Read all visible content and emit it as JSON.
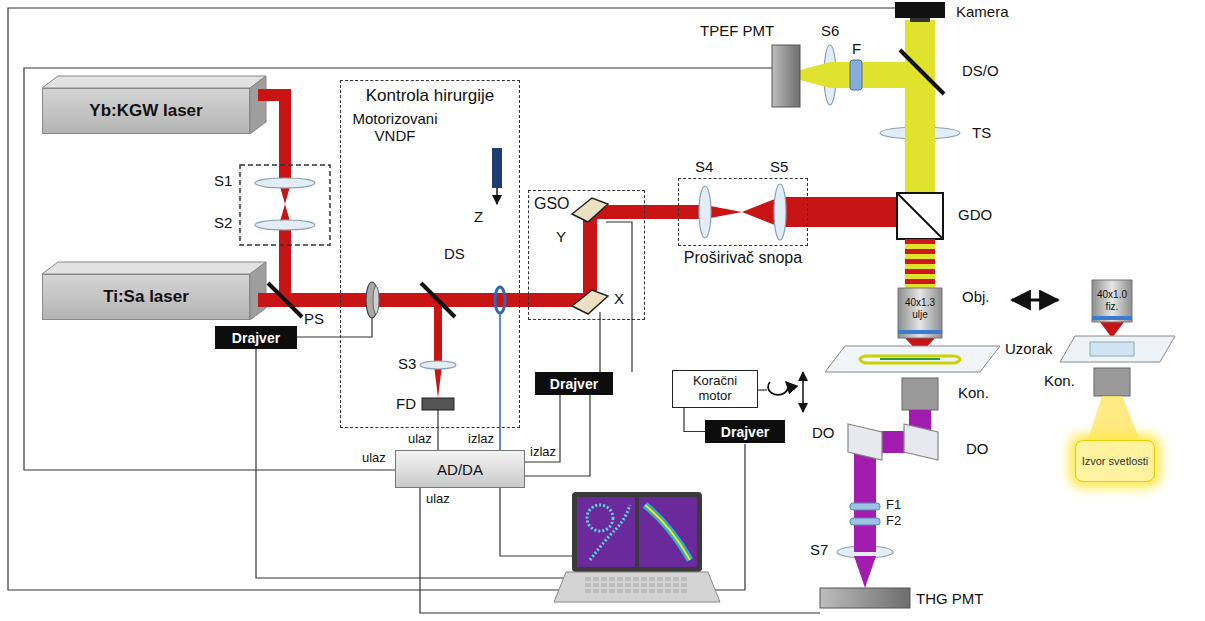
{
  "diagram": {
    "nodes": [
      {
        "text": [
          "Yb:KGW laser"
        ]
      },
      {
        "text": [
          "Ti:Sa laser"
        ]
      },
      {
        "text": [
          "Kontrola hirurgije"
        ]
      },
      {
        "text": [
          "GSO"
        ]
      },
      {
        "text": [
          "Proširivač snopa"
        ]
      },
      {
        "text": [
          "Drajver"
        ]
      },
      {
        "text": [
          "Drajver"
        ]
      },
      {
        "text": [
          "Koračni motor"
        ]
      },
      {
        "text": [
          "Drajver"
        ]
      },
      {
        "text": [
          "AD/DA"
        ]
      },
      {
        "text": [
          "Izvor svetlosti"
        ]
      }
    ],
    "edges": [
      {
        "from": 9,
        "to": 6,
        "arrow": "none"
      },
      {
        "from": 7,
        "to": 8,
        "arrow": "none"
      }
    ],
    "labels": [
      "S1",
      "S2",
      "PS",
      "Motorizovani VNDF",
      "DS",
      "Z",
      "S3",
      "FD",
      "ulaz",
      "izlaz",
      "Y",
      "X",
      "S4",
      "S5",
      "ulaz",
      "izlaz",
      "ulaz",
      "Kamera",
      "TPEF PMT",
      "S6",
      "F",
      "DS/O",
      "TS",
      "GDO",
      "Obj.",
      "40x1.3 ulje",
      "40x1.0 fiz.",
      "Uzorak",
      "Kon.",
      "Kon.",
      "DO",
      "DO",
      "F1",
      "F2",
      "S7",
      "THG PMT"
    ]
  }
}
